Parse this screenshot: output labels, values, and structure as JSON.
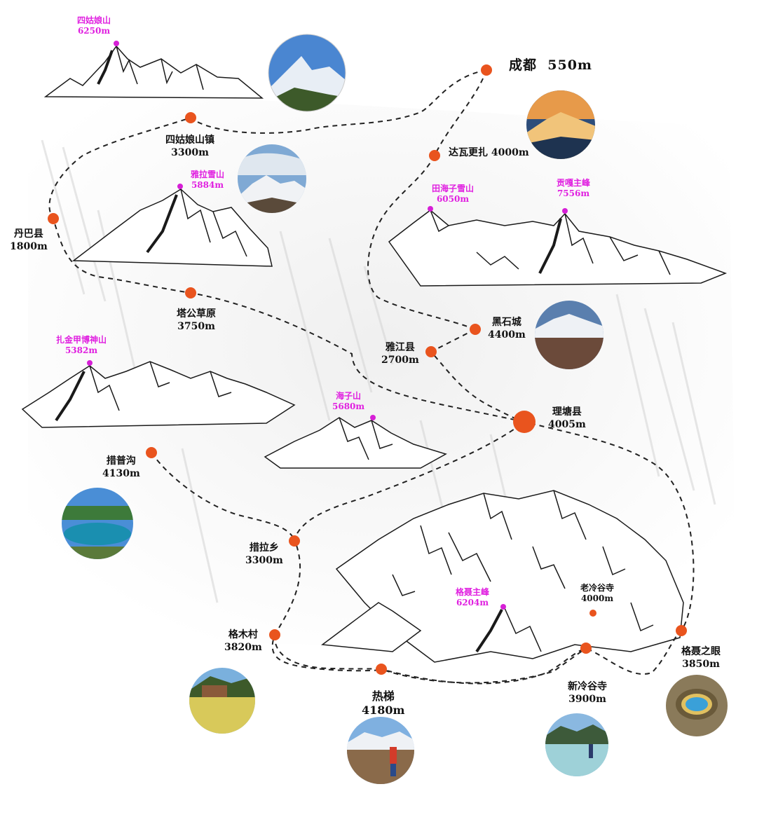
{
  "colors": {
    "route": "#222222",
    "town_marker": "#e9541e",
    "peak_marker": "#d61fd6",
    "peak_text": "#e020e0",
    "town_text": "#111111",
    "mountain": "#1a1a1a"
  },
  "towns": [
    {
      "id": "chengdu",
      "name": "成都",
      "altitude": "550m"
    },
    {
      "id": "siguniang-town",
      "name": "四姑娘山镇",
      "altitude": "3300m"
    },
    {
      "id": "daw-gengzha",
      "name": "达瓦更扎",
      "altitude": "4000m"
    },
    {
      "id": "danba",
      "name": "丹巴县",
      "altitude": "1800m"
    },
    {
      "id": "tagong",
      "name": "塔公草原",
      "altitude": "3750m"
    },
    {
      "id": "heishicheng",
      "name": "黑石城",
      "altitude": "4400m"
    },
    {
      "id": "yajiang",
      "name": "雅江县",
      "altitude": "2700m"
    },
    {
      "id": "litang",
      "name": "理塘县",
      "altitude": "4005m"
    },
    {
      "id": "cuopugou",
      "name": "措普沟",
      "altitude": "4130m"
    },
    {
      "id": "cuolaxiang",
      "name": "措拉乡",
      "altitude": "3300m"
    },
    {
      "id": "gemucun",
      "name": "格木村",
      "altitude": "3820m"
    },
    {
      "id": "reti",
      "name": "热梯",
      "altitude": "4180m"
    },
    {
      "id": "xinlenggusi",
      "name": "新冷谷寺",
      "altitude": "3900m"
    },
    {
      "id": "genie-eye",
      "name": "格聂之眼",
      "altitude": "3850m"
    },
    {
      "id": "laolenggusi",
      "name": "老冷谷寺",
      "altitude": "4000m"
    }
  ],
  "peaks": [
    {
      "id": "siguniang",
      "name": "四姑娘山",
      "altitude": "6250m"
    },
    {
      "id": "yala",
      "name": "雅拉雪山",
      "altitude": "5884m"
    },
    {
      "id": "tianhaizi",
      "name": "田海子雪山",
      "altitude": "6050m"
    },
    {
      "id": "gongga",
      "name": "贡嘎主峰",
      "altitude": "7556m"
    },
    {
      "id": "zhajin",
      "name": "扎金甲博神山",
      "altitude": "5382m"
    },
    {
      "id": "haizishan",
      "name": "海子山",
      "altitude": "5680m"
    },
    {
      "id": "genie",
      "name": "格聂主峰",
      "altitude": "6204m"
    }
  ],
  "photos": [
    {
      "id": "siguniang-photo",
      "icon": "snow-peak-photo"
    },
    {
      "id": "sunset-photo",
      "icon": "sunset-mountain-photo"
    },
    {
      "id": "yala-photo",
      "icon": "cloudy-peak-photo"
    },
    {
      "id": "heishicheng-photo",
      "icon": "plateau-photo"
    },
    {
      "id": "lake-photo",
      "icon": "lake-photo"
    },
    {
      "id": "village-photo",
      "icon": "village-photo"
    },
    {
      "id": "hiker-photo",
      "icon": "hiker-photo"
    },
    {
      "id": "stream-photo",
      "icon": "stream-photo"
    },
    {
      "id": "eye-photo",
      "icon": "eye-pool-photo"
    }
  ]
}
